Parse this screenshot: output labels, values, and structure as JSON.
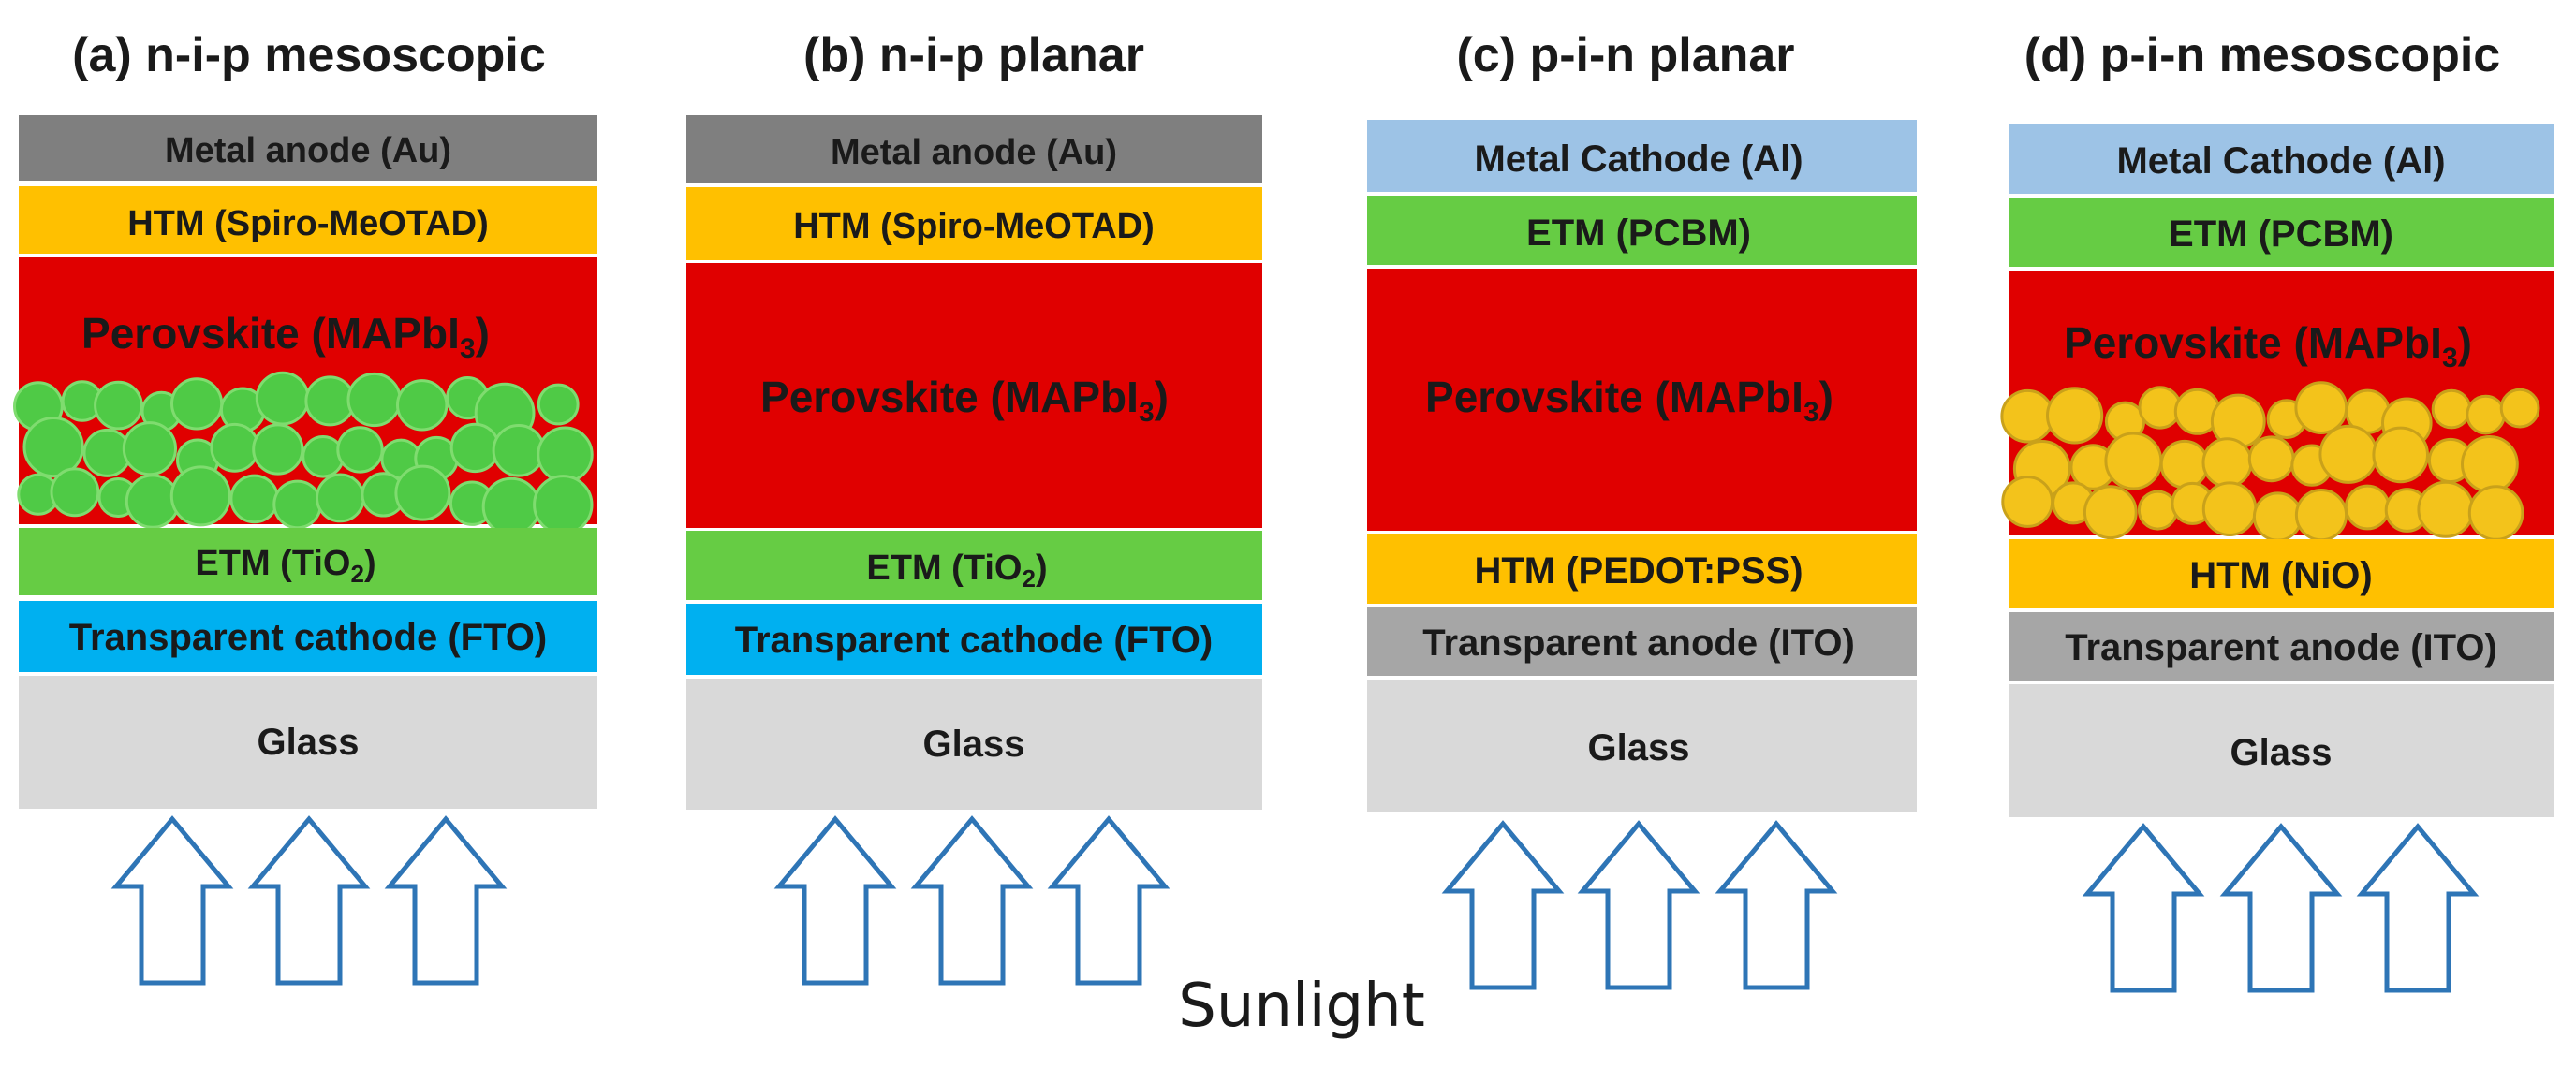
{
  "figure": {
    "footer_label": "Sunlight",
    "colors": {
      "metal_anode": "#7f7f7f",
      "htm_gold": "#ffc000",
      "perovskite_red": "#e00000",
      "etm_green": "#66cc44",
      "fto_blue": "#00b0f0",
      "al_light_blue": "#9dc3e6",
      "ito_grey": "#a6a6a6",
      "glass_grey": "#d9d9d9",
      "scaffold_green": "#4fca46",
      "scaffold_gold": "#f3c31b",
      "arrow_blue": "#2e75b6"
    }
  },
  "panels": [
    {
      "title": "(a) n-i-p mesoscopic",
      "scaffold": "green-particles",
      "layers": [
        {
          "label": "Metal anode (Au)",
          "color": "#7f7f7f"
        },
        {
          "label": "HTM (Spiro-MeOTAD)",
          "color": "#ffc000"
        },
        {
          "label": "Perovskite (MAPbI",
          "subscript": "3",
          "suffix": ")",
          "color": "#e00000"
        },
        {
          "label": "ETM (TiO",
          "subscript": "2",
          "suffix": ")",
          "color": "#66cc44"
        },
        {
          "label": "Transparent cathode (FTO)",
          "color": "#00b0f0"
        },
        {
          "label": "Glass",
          "color": "#d9d9d9"
        }
      ]
    },
    {
      "title": "(b) n-i-p planar",
      "scaffold": "none",
      "layers": [
        {
          "label": "Metal anode (Au)",
          "color": "#7f7f7f"
        },
        {
          "label": "HTM (Spiro-MeOTAD)",
          "color": "#ffc000"
        },
        {
          "label": "Perovskite (MAPbI",
          "subscript": "3",
          "suffix": ")",
          "color": "#e00000"
        },
        {
          "label": "ETM (TiO",
          "subscript": "2",
          "suffix": ")",
          "color": "#66cc44"
        },
        {
          "label": "Transparent cathode (FTO)",
          "color": "#00b0f0"
        },
        {
          "label": "Glass",
          "color": "#d9d9d9"
        }
      ]
    },
    {
      "title": "(c) p-i-n planar",
      "scaffold": "none",
      "layers": [
        {
          "label": "Metal Cathode (Al)",
          "color": "#9dc3e6"
        },
        {
          "label": "ETM (PCBM)",
          "color": "#66cc44"
        },
        {
          "label": "Perovskite (MAPbI",
          "subscript": "3",
          "suffix": ")",
          "color": "#e00000"
        },
        {
          "label": "HTM (PEDOT:PSS)",
          "color": "#ffc000"
        },
        {
          "label": "Transparent anode (ITO)",
          "color": "#a6a6a6"
        },
        {
          "label": "Glass",
          "color": "#d9d9d9"
        }
      ]
    },
    {
      "title": "(d) p-i-n mesoscopic",
      "scaffold": "gold-particles",
      "layers": [
        {
          "label": "Metal Cathode (Al)",
          "color": "#9dc3e6"
        },
        {
          "label": "ETM (PCBM)",
          "color": "#66cc44"
        },
        {
          "label": "Perovskite (MAPbI",
          "subscript": "3",
          "suffix": ")",
          "color": "#e00000"
        },
        {
          "label": "HTM (NiO)",
          "color": "#ffc000"
        },
        {
          "label": "Transparent anode (ITO)",
          "color": "#a6a6a6"
        },
        {
          "label": "Glass",
          "color": "#d9d9d9"
        }
      ]
    }
  ]
}
